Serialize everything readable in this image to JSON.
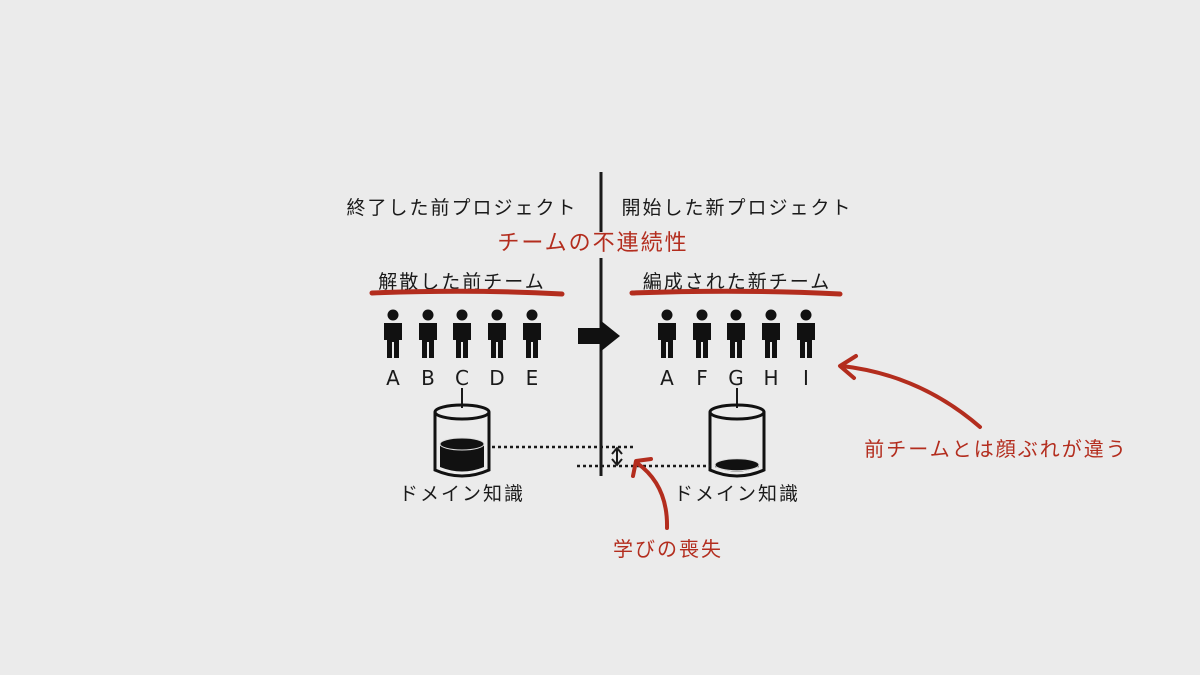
{
  "colors": {
    "background": "#ebebeb",
    "ink": "#1a1a1a",
    "accent": "#b32d1e"
  },
  "headers": {
    "left": "終了した前プロジェクト",
    "right": "開始した新プロジェクト"
  },
  "title": "チームの不連続性",
  "teams": {
    "left": {
      "label": "解散した前チーム",
      "members": [
        "A",
        "B",
        "C",
        "D",
        "E"
      ],
      "knowledge_label": "ドメイン知識",
      "knowledge_level": 0.5
    },
    "right": {
      "label": "編成された新チーム",
      "members": [
        "A",
        "F",
        "G",
        "H",
        "I"
      ],
      "knowledge_label": "ドメイン知識",
      "knowledge_level": 0.1
    }
  },
  "annotations": {
    "loss": "学びの喪失",
    "different_faces": "前チームとは顔ぶれが違う"
  }
}
